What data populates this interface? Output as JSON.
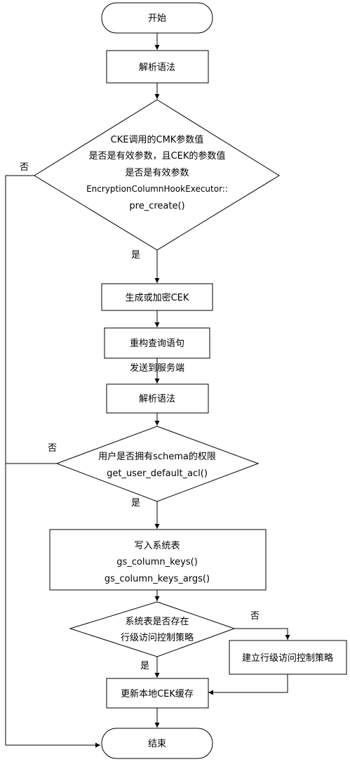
{
  "nodes": {
    "start": "开始",
    "parse1": "解析语法",
    "decision1": [
      "CKE调用的CMK参数值",
      "是否是有效参数，且CEK的参数值",
      "是否是有效参数",
      "EncryptionColumnHookExecutor::",
      "pre_create()"
    ],
    "gen": "生成或加密CEK",
    "rebuild": "重构查询语句",
    "parse2": "解析语法",
    "decision2": [
      "用户是否拥有schema的权限",
      "get_user_default_acl()"
    ],
    "write": [
      "写入系统表",
      "gs_column_keys()",
      "gs_column_keys_args()"
    ],
    "decision3": [
      "系统表是否存在",
      "行级访问控制策略"
    ],
    "create_policy": "建立行级访问控制策略",
    "update": "更新本地CEK缓存",
    "end": "结束"
  },
  "edge_labels": {
    "d1_no": "否",
    "d1_yes": "是",
    "send": "发送到服务端",
    "d2_no": "否",
    "d2_yes": "是",
    "d3_no": "否",
    "d3_yes": "是"
  }
}
